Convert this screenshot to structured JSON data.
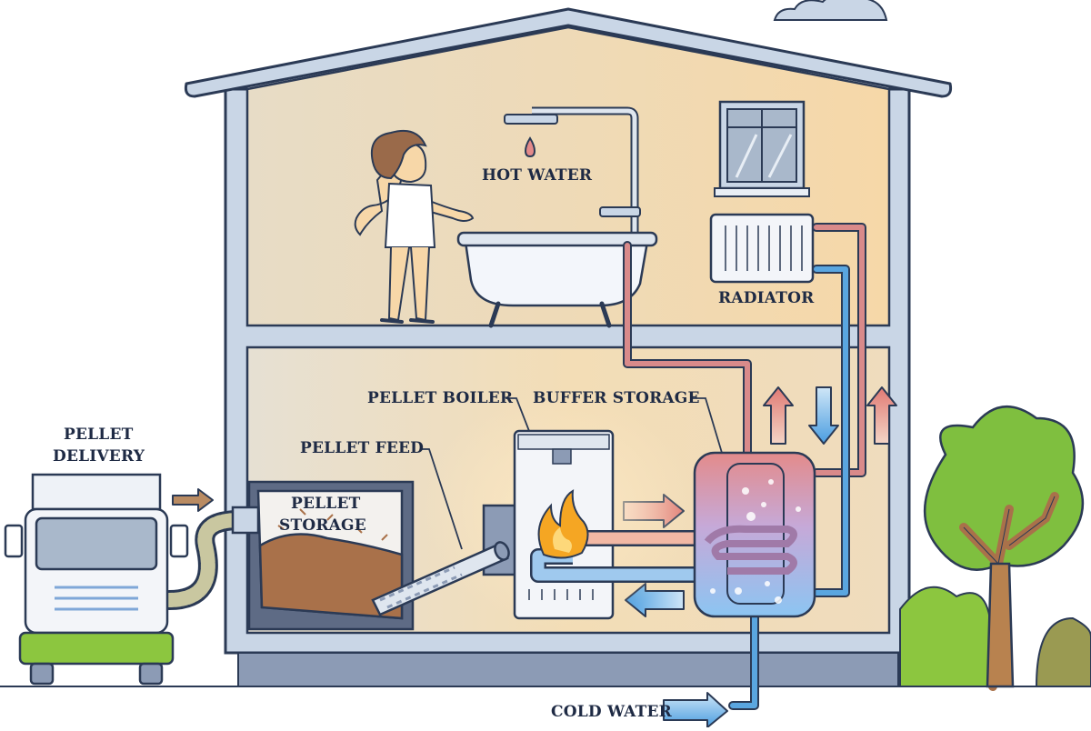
{
  "labels": {
    "hot_water": "HOT WATER",
    "radiator": "RADIATOR",
    "pellet_boiler": "PELLET BOILER",
    "buffer_storage": "BUFFER STORAGE",
    "pellet_feed": "PELLET FEED",
    "pellet_storage_1": "PELLET",
    "pellet_storage_2": "STORAGE",
    "pellet_delivery_1": "PELLET",
    "pellet_delivery_2": "DELIVERY",
    "cold_water": "COLD WATER"
  },
  "colors": {
    "outline": "#2b3a55",
    "wall": "#c9d6e6",
    "room_warm": "#f4dcb5",
    "room_cool": "#e8dcc8",
    "hot_pipe": "#d98a8a",
    "cold_pipe": "#5aa6e0",
    "flame": "#f5a623",
    "tree_green": "#7fbf3f",
    "truck_green": "#8cc63f"
  }
}
